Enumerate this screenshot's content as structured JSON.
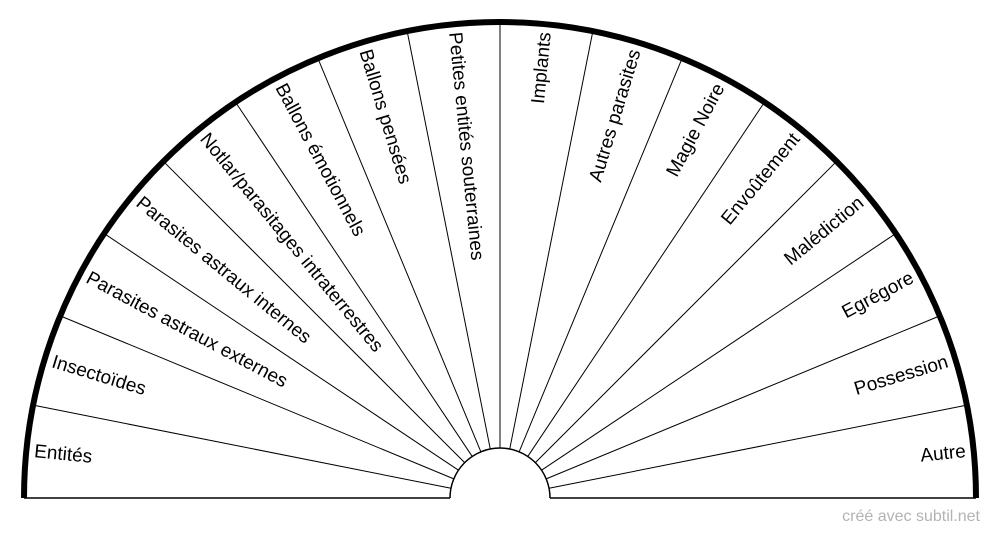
{
  "pendulum_chart": {
    "sectors": [
      "Entités",
      "Insectoïdes",
      "Parasites astraux externes",
      "Parasites astraux internes",
      "Notlar/parasitages intraterrestres",
      "Ballons émotionnels",
      "Ballons pensées",
      "Petites entités souterraines",
      "Implants",
      "Autres parasites",
      "Magie Noire",
      "Envoûtement",
      "Malédiction",
      "Egrégore",
      "Possession",
      "Autre"
    ]
  },
  "credit": "créé avec subtil.net",
  "colors": {
    "line": "#000000",
    "credit": "#b3b3b3",
    "background": "#ffffff"
  }
}
